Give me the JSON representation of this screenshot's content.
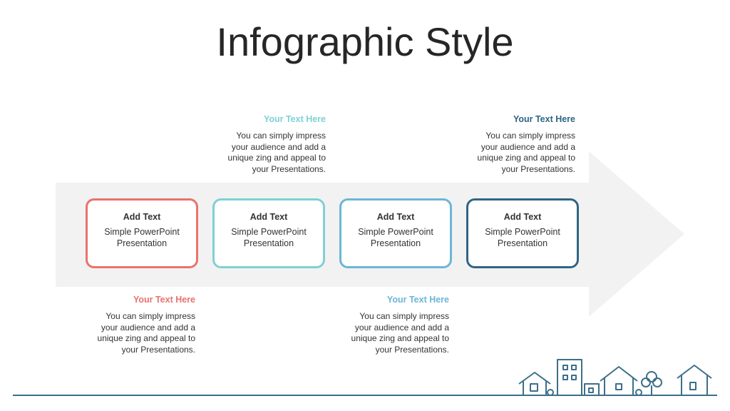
{
  "title": "Infographic Style",
  "colors": {
    "card1": "#e8736c",
    "card2": "#7fd0d6",
    "card3": "#6cb6d6",
    "card4": "#2f6584",
    "arrow": "#f2f2f2",
    "baseline": "#3c6f8a"
  },
  "cards": [
    {
      "title": "Add Text",
      "body": "Simple PowerPoint Presentation"
    },
    {
      "title": "Add Text",
      "body": "Simple PowerPoint Presentation"
    },
    {
      "title": "Add Text",
      "body": "Simple PowerPoint Presentation"
    },
    {
      "title": "Add Text",
      "body": "Simple PowerPoint Presentation"
    }
  ],
  "callouts": {
    "top_left": {
      "heading": "Your Text  Here",
      "body": "You can simply impress your audience and add a unique zing and appeal to your Presentations."
    },
    "top_right": {
      "heading": "Your Text  Here",
      "body": "You can simply impress your audience and add a unique zing and appeal to your Presentations."
    },
    "bottom_left": {
      "heading": "Your Text  Here",
      "body": "You can simply impress your audience and add a unique zing and appeal to your Presentations."
    },
    "bottom_right": {
      "heading": "Your Text  Here",
      "body": "You can simply impress your audience and add a unique zing and appeal to your Presentations."
    }
  }
}
